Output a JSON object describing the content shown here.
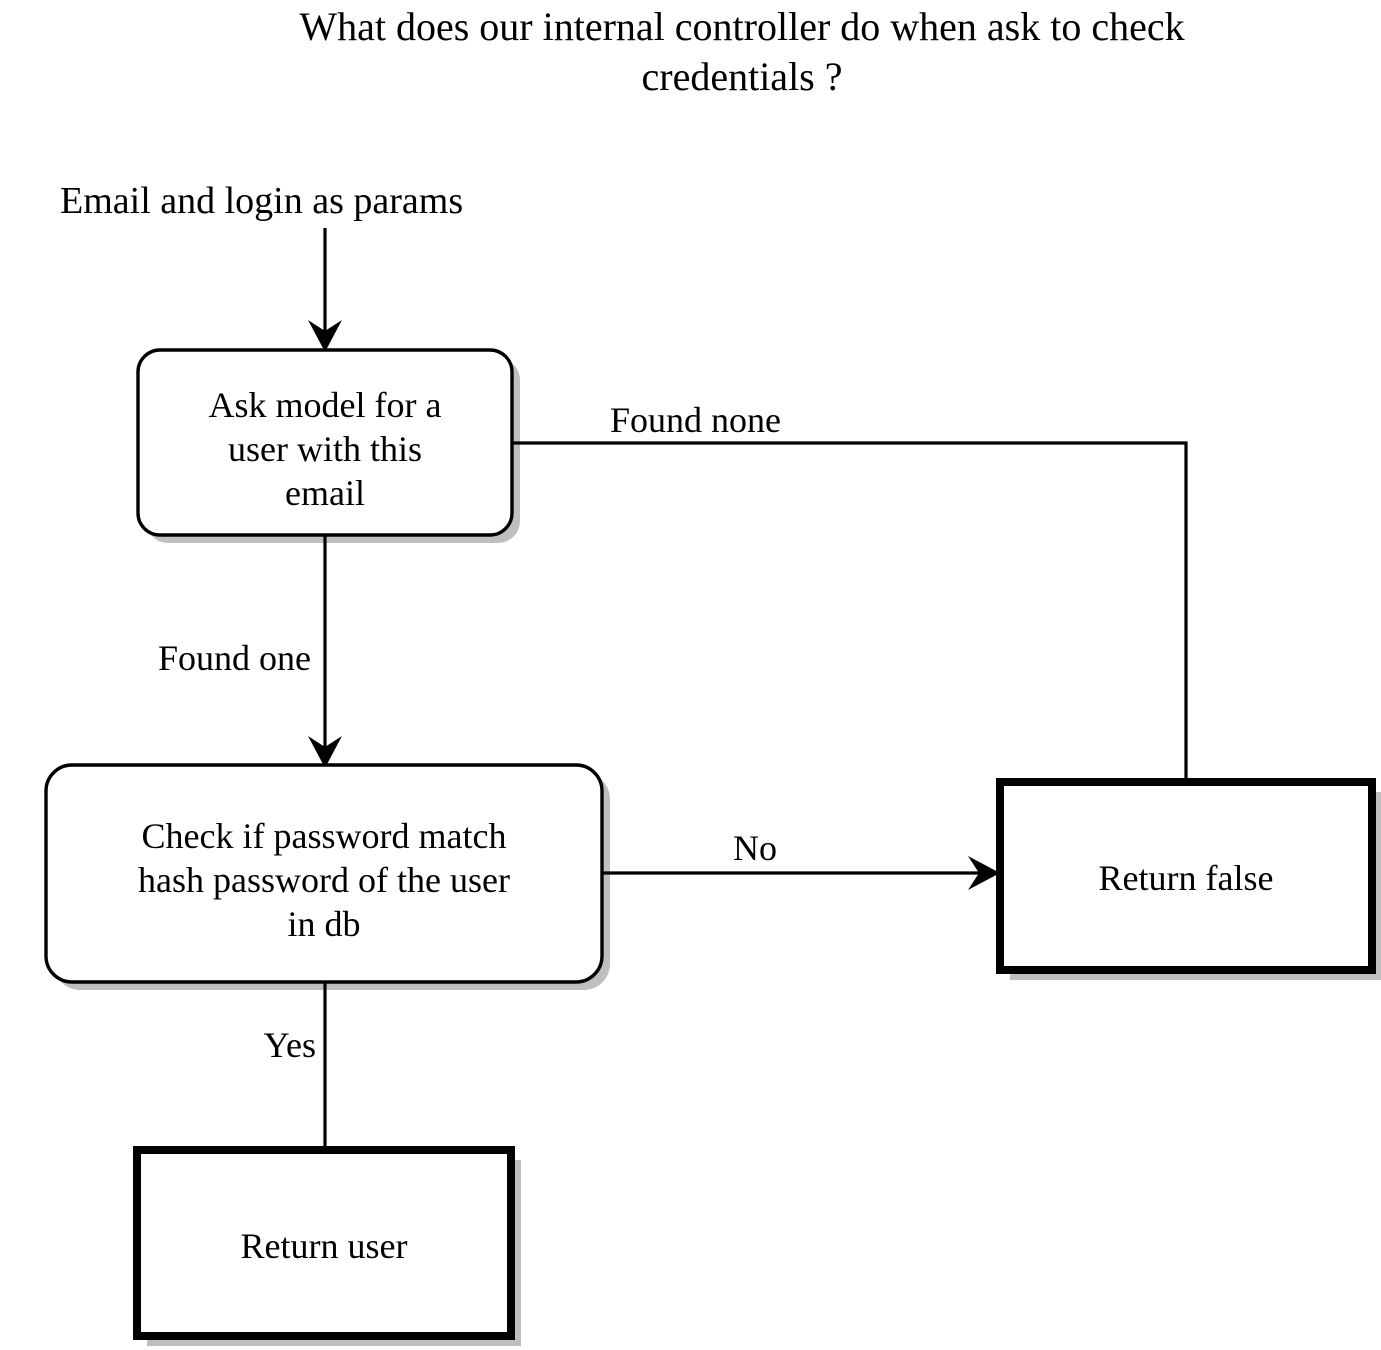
{
  "diagram": {
    "title": "What does our internal controller do when ask to check credentials  ?",
    "title_line1": "What does our internal controller do when ask to check",
    "title_line2": "credentials  ?",
    "input_label": "Email and login as params",
    "background_color": "#ffffff",
    "line_color": "#000000",
    "shadow_color": "#bfbfbf",
    "nodes": [
      {
        "id": "ask-model",
        "shape": "rounded-rectangle",
        "lines": [
          "Ask model for a",
          "user with this",
          "email"
        ]
      },
      {
        "id": "check-password",
        "shape": "rounded-rectangle",
        "lines": [
          "Check if password match",
          "hash password of the user",
          "in db"
        ]
      },
      {
        "id": "return-false",
        "shape": "rectangle",
        "lines": [
          "Return false"
        ]
      },
      {
        "id": "return-user",
        "shape": "rectangle",
        "lines": [
          "Return user"
        ]
      }
    ],
    "edges": [
      {
        "id": "params-to-ask",
        "label": "",
        "from": "input-label",
        "to": "ask-model",
        "arrow": true
      },
      {
        "id": "ask-to-return-false",
        "label": "Found none",
        "from": "ask-model",
        "to": "return-false",
        "arrow": false
      },
      {
        "id": "ask-to-check",
        "label": "Found one",
        "from": "ask-model",
        "to": "check-password",
        "arrow": true
      },
      {
        "id": "check-to-return-false",
        "label": "No",
        "from": "check-password",
        "to": "return-false",
        "arrow": true
      },
      {
        "id": "check-to-return-user",
        "label": "Yes",
        "from": "check-password",
        "to": "return-user",
        "arrow": false
      }
    ]
  }
}
